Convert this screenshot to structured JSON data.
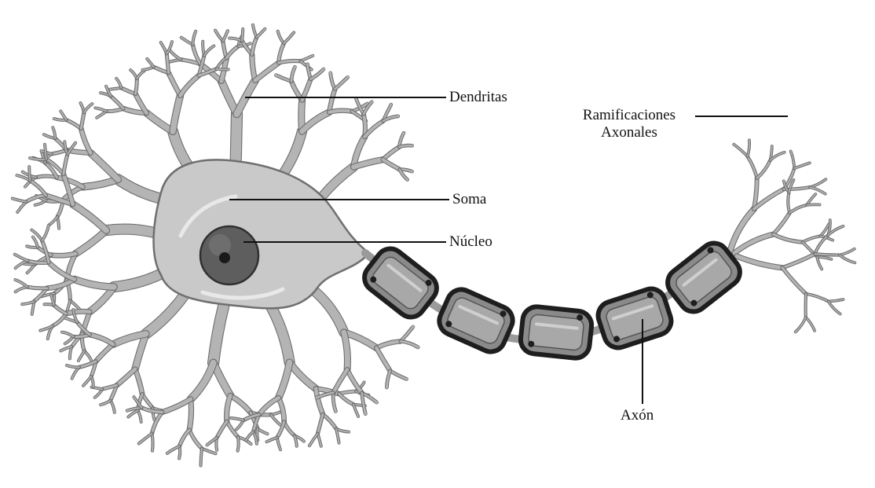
{
  "labels": {
    "dendritas": "Dendritas",
    "ramificaciones_line1": "Ramificaciones",
    "ramificaciones_line2": "Axonales",
    "soma": "Soma",
    "nucleo": "Núcleo",
    "axon": "Axón"
  },
  "colors": {
    "background": "#ffffff",
    "neuron_fill": "#b4b4b4",
    "neuron_edge": "#6f6f6f",
    "soma_fill": "#c9c9c9",
    "nucleus": "#5a5a5a",
    "myelin_fill": "#8a8a8a",
    "myelin_edge": "#1e1e1e",
    "leader_line": "#111111"
  }
}
